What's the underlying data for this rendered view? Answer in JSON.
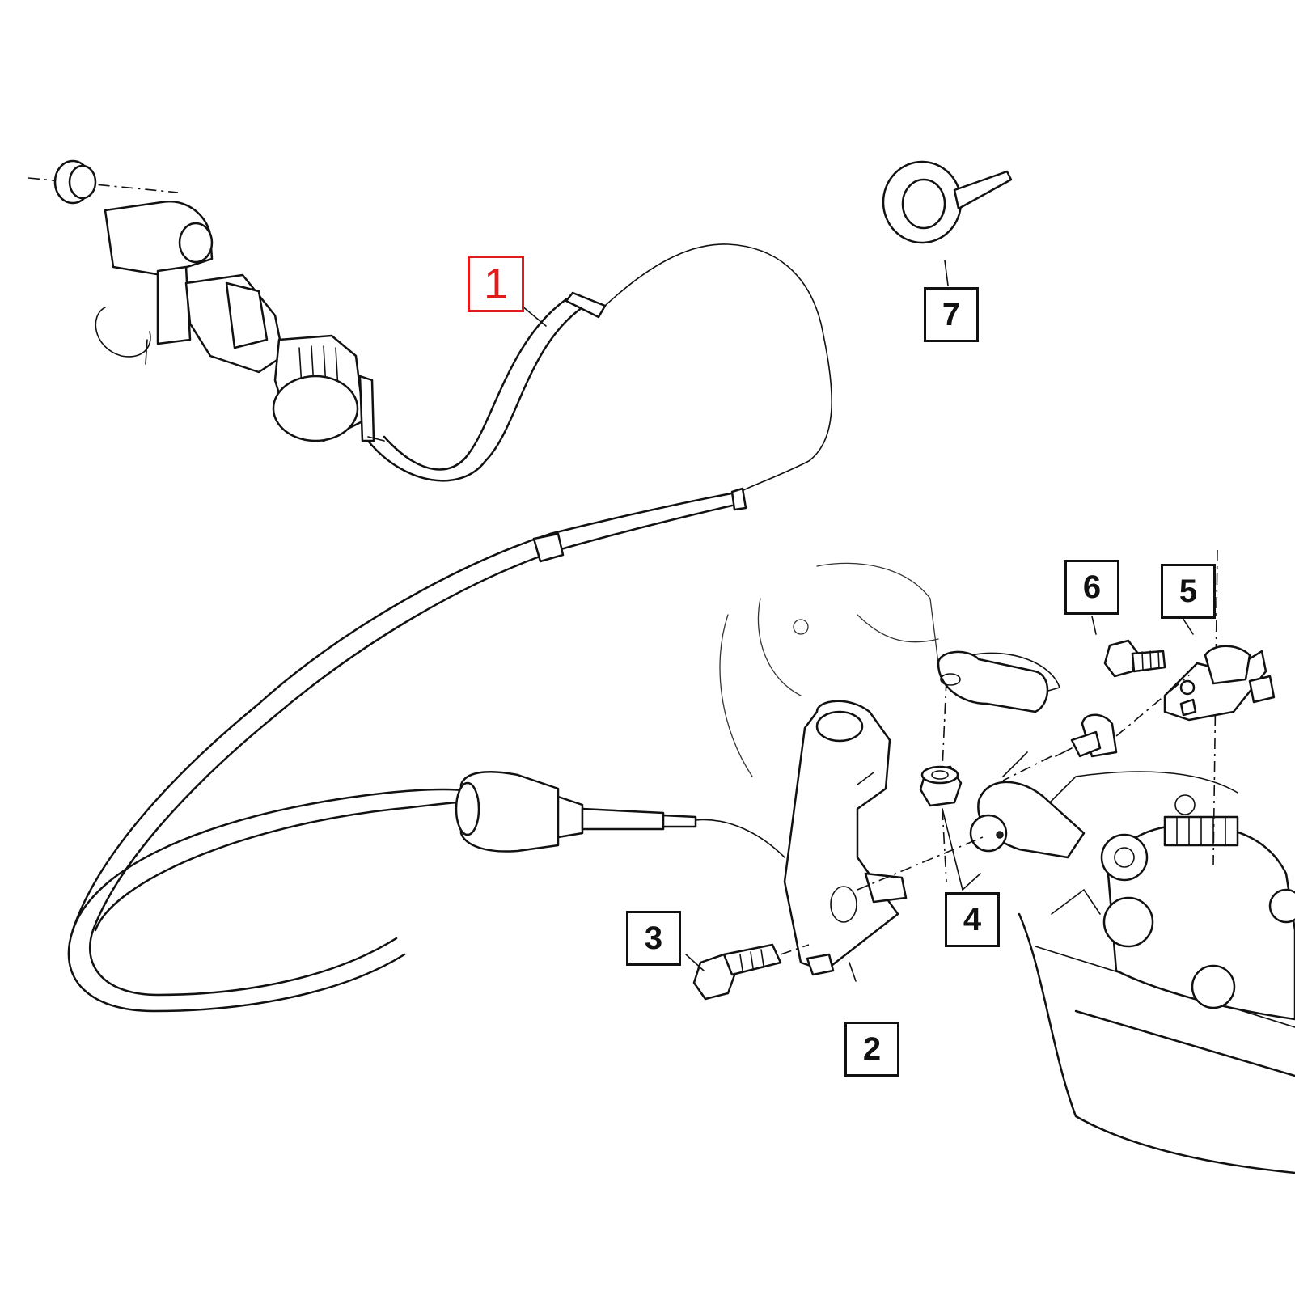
{
  "callouts": [
    {
      "id": "1",
      "label": "1",
      "highlighted": true
    },
    {
      "id": "2",
      "label": "2",
      "highlighted": false
    },
    {
      "id": "3",
      "label": "3",
      "highlighted": false
    },
    {
      "id": "4",
      "label": "4",
      "highlighted": false
    },
    {
      "id": "5",
      "label": "5",
      "highlighted": false
    },
    {
      "id": "6",
      "label": "6",
      "highlighted": false
    },
    {
      "id": "7",
      "label": "7",
      "highlighted": false
    }
  ],
  "colors": {
    "line": "#111111",
    "highlight": "#e11b1b",
    "background": "#ffffff"
  }
}
